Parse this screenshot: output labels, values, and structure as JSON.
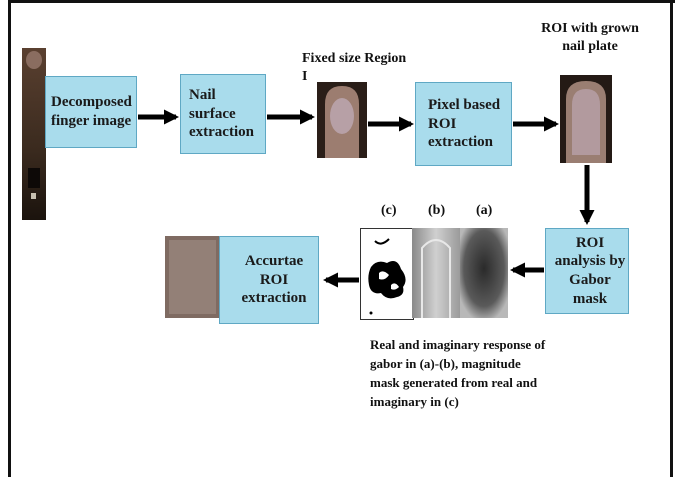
{
  "boxes": {
    "decomposed": "Decomposed finger image",
    "nail_surface": "Nail surface extraction",
    "pixel_roi": "Pixel based ROI extraction",
    "gabor": "ROI analysis by Gabor mask",
    "accurate": "Accurtae ROI extraction"
  },
  "labels": {
    "fixed_region": "Fixed size Region I",
    "roi_grown": "ROI with grown nail plate"
  },
  "panel_tags": {
    "c": "(c)",
    "b": "(b)",
    "a": "(a)"
  },
  "caption": "Real and imaginary response of gabor in (a)-(b), magnitude mask generated from real and imaginary in (c)",
  "colors": {
    "box_fill": "#a9dcec",
    "arrow": "#000000"
  }
}
